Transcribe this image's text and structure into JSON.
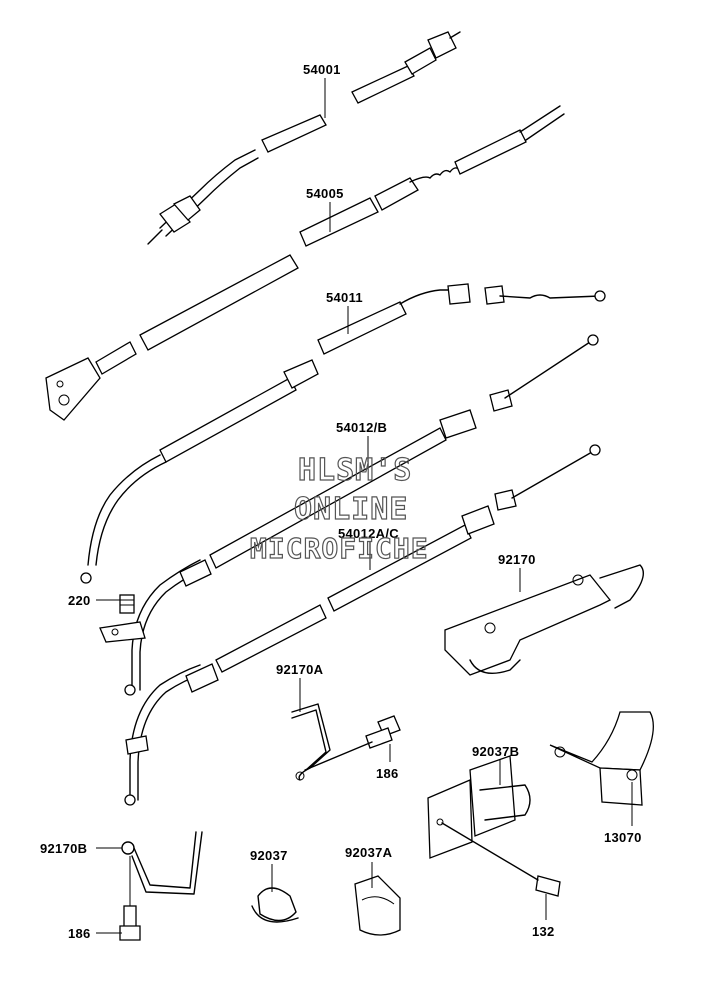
{
  "labels": {
    "p54001": "54001",
    "p54005": "54005",
    "p54011": "54011",
    "p54012b": "54012/B",
    "p54012ac": "54012A/C",
    "p92170": "92170",
    "p220": "220",
    "p92170a": "92170A",
    "p186a": "186",
    "p92037b": "92037B",
    "p13070": "13070",
    "p92170b": "92170B",
    "p92037": "92037",
    "p92037a": "92037A",
    "p186b": "186",
    "p132": "132"
  },
  "watermark": {
    "line1": "HLSM'S",
    "line2": "ONLINE",
    "line3": "MICROFICHE"
  }
}
